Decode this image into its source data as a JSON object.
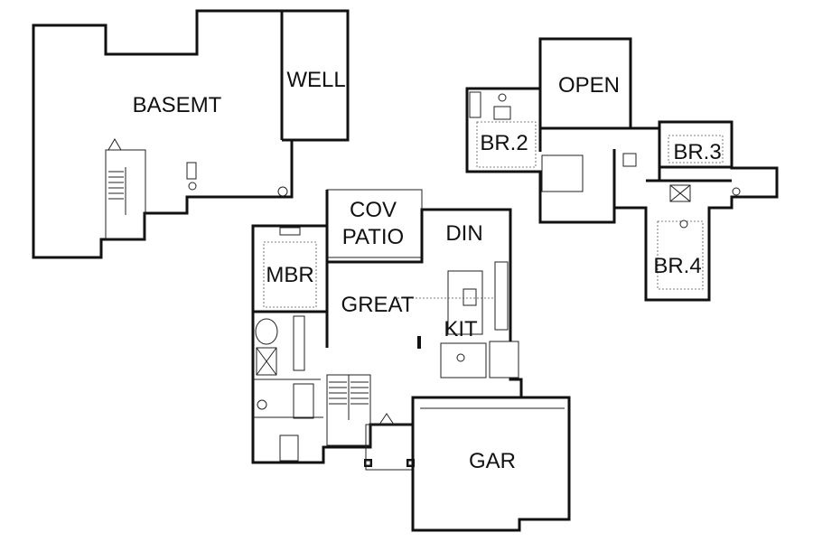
{
  "rooms": {
    "basement": "BASEMT",
    "well": "WELL",
    "cov_patio_line1": "COV",
    "cov_patio_line2": "PATIO",
    "dining": "DIN",
    "master_bedroom": "MBR",
    "great_room": "GREAT",
    "kitchen": "KIT",
    "garage": "GAR",
    "open": "OPEN",
    "bedroom_2": "BR.2",
    "bedroom_3": "BR.3",
    "bedroom_4": "BR.4"
  }
}
